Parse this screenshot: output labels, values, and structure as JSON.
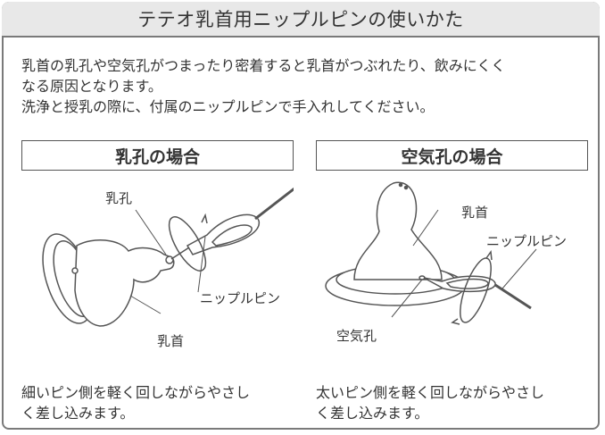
{
  "title": "テテオ乳首用ニップルピンの使いかた",
  "intro": {
    "line1": "乳首の乳孔や空気孔がつまったり密着すると乳首がつぶれたり、飲みにくく",
    "line2": "なる原因となります。",
    "line3": "洗浄と授乳の際に、付属のニップルピンで手入れしてください。"
  },
  "left": {
    "heading": "乳孔の場合",
    "label_hole": "乳孔",
    "label_pin": "ニップルピン",
    "label_nipple": "乳首",
    "caption_line1": "細いピン側を軽く回しながらやさし",
    "caption_line2": "く差し込みます。"
  },
  "right": {
    "heading": "空気孔の場合",
    "label_nipple": "乳首",
    "label_pin": "ニップルピン",
    "label_hole": "空気孔",
    "caption_line1": "太いピン側を軽く回しながらやさし",
    "caption_line2": "く差し込みます。"
  }
}
